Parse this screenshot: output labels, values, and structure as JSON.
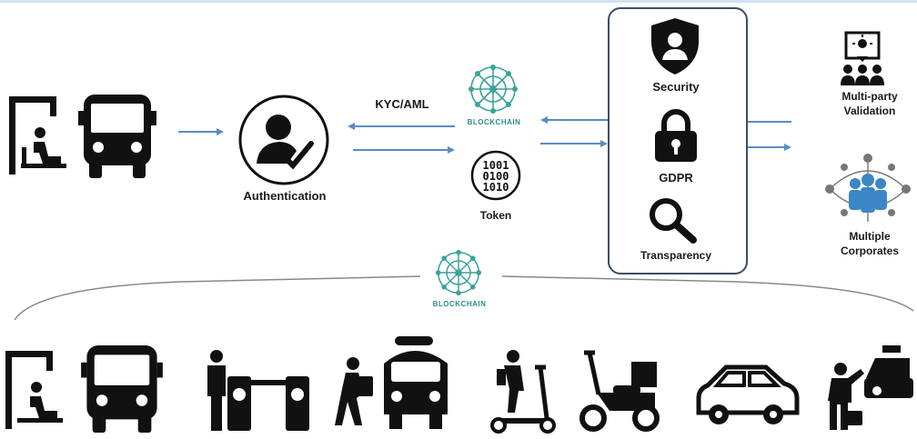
{
  "labels": {
    "kyc_aml": "KYC/AML",
    "authentication": "Authentication",
    "blockchain_top": "BLOCKCHAIN",
    "token": "Token",
    "token_code": [
      "1001",
      "0100",
      "1010"
    ],
    "security": "Security",
    "gdpr": "GDPR",
    "transparency": "Transparency",
    "multi_party_validation": [
      "Multi-party",
      "Validation"
    ],
    "multiple_corporates": [
      "Multiple",
      "Corporates"
    ],
    "blockchain_bottom": "BLOCKCHAIN"
  },
  "colors": {
    "arrow": "#5b8cc0",
    "panel_border": "#3a4d6b",
    "blockchain_green": "#3aa39a",
    "icon_dark": "#111111",
    "corporates_blue": "#3b86c6"
  },
  "icons": {
    "top_left": [
      "bus-stop-icon",
      "bus-icon"
    ],
    "center": [
      "user-check-icon",
      "blockchain-network-icon",
      "binary-token-icon"
    ],
    "panel": [
      "shield-user-icon",
      "padlock-icon",
      "magnifier-icon"
    ],
    "right": [
      "presentation-group-icon",
      "corporate-network-icon"
    ],
    "bottom_row": [
      "bus-stop-icon",
      "bus-icon",
      "turnstile-icon",
      "train-traveler-icon",
      "kick-scooter-icon",
      "moped-delivery-icon",
      "car-icon",
      "taxi-traveler-icon"
    ]
  }
}
